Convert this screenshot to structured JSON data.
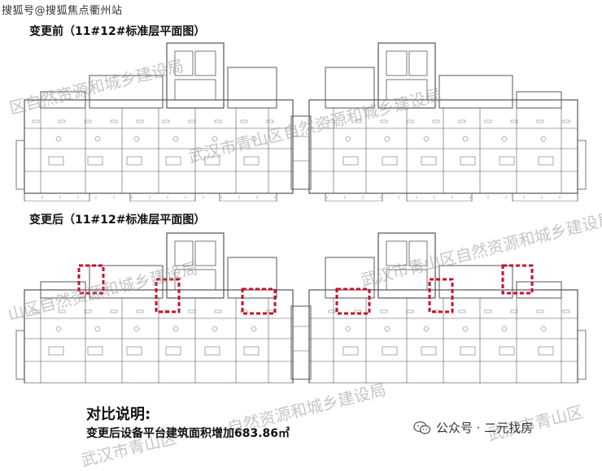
{
  "source_tag": "搜狐号@搜狐焦点衢州站",
  "plans": {
    "before": {
      "title": "变更前（11#12#标准层平面图）"
    },
    "after": {
      "title": "变更后（11#12#标准层平面图）"
    }
  },
  "watermarks": [
    "区自然资源和城乡建设局",
    "武汉市青山区自然资源和城乡建设局",
    "山区自然资源和城乡建设局",
    "武汉市青山区自然资源和城乡建设局",
    "武汉市青山区",
    "自然资源和城乡建设局",
    "武汉市青山区"
  ],
  "summary": {
    "heading": "对比说明:",
    "body": "变更后设备平台建筑面积增加683.86㎡"
  },
  "account": {
    "label": "公众号 · 二元找房",
    "icon": "wechat-icon"
  },
  "colors": {
    "highlight": "#c8102e",
    "line": "#555555"
  }
}
